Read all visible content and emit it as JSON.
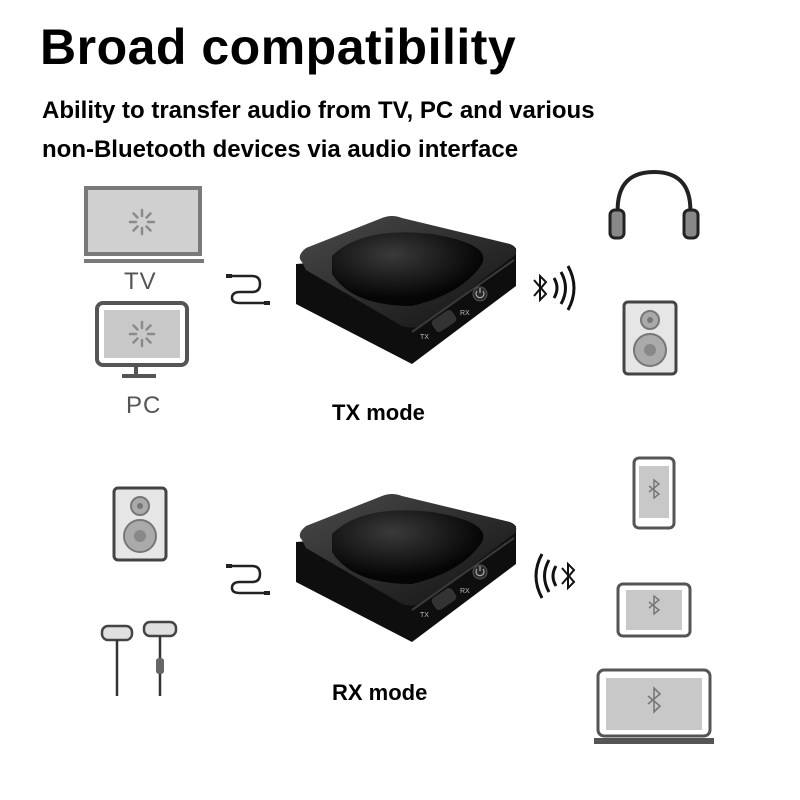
{
  "header": {
    "title": "Broad compatibility",
    "subtitle_line1": "Ability to transfer audio from TV, PC and various",
    "subtitle_line2": "non-Bluetooth devices via audio interface"
  },
  "devices": {
    "tv_label": "TV",
    "pc_label": "PC"
  },
  "device_labels": {
    "tx": "TX",
    "rx": "RX"
  },
  "modes": {
    "tx_label": "TX mode",
    "rx_label": "RX mode"
  },
  "colors": {
    "device_body": "#1a1a1a",
    "icon_gray": "#8a8a8a",
    "screen_gray": "#c8c8c8"
  }
}
